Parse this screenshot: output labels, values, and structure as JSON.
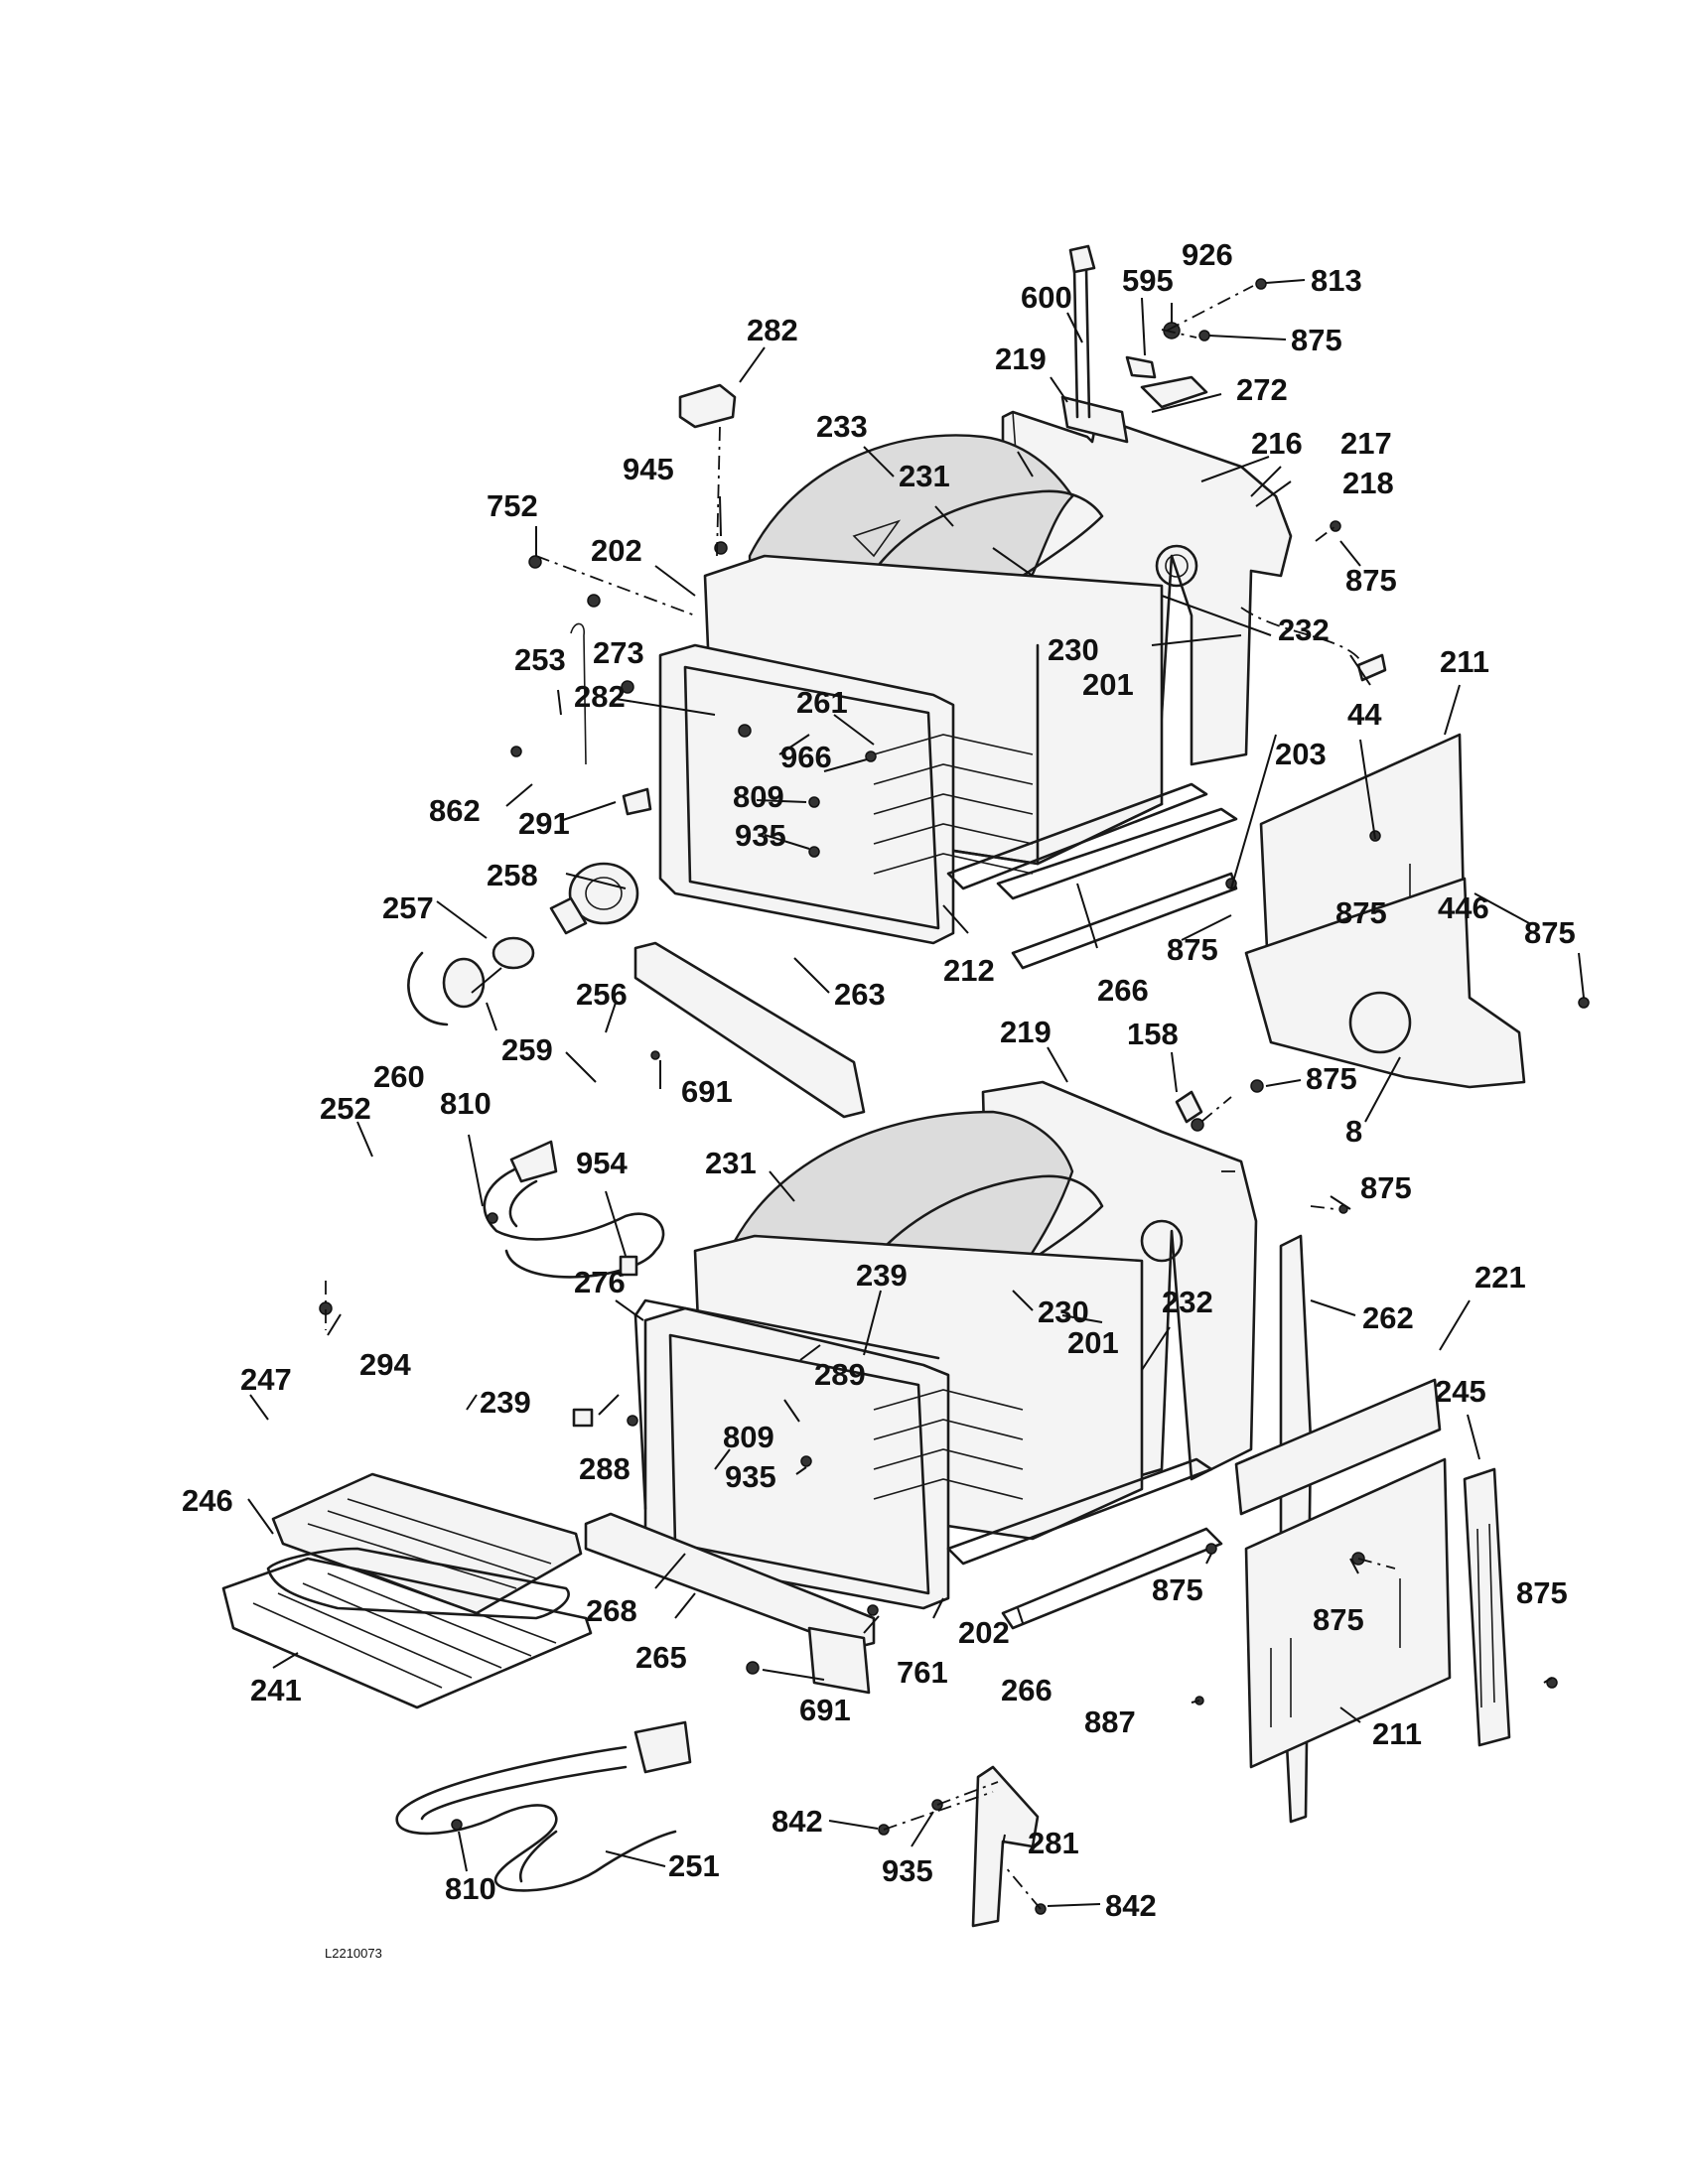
{
  "document_code": "L2210073",
  "labels": {
    "l813": "813",
    "l926": "926",
    "l595": "595",
    "l600": "600",
    "l875a": "875",
    "l282a": "282",
    "l219a": "219",
    "l272": "272",
    "l233": "233",
    "l216": "216",
    "l217": "217",
    "l945": "945",
    "l231a": "231",
    "l218": "218",
    "l752": "752",
    "l202a": "202",
    "l875b": "875",
    "l273": "273",
    "l230a": "230",
    "l232a": "232",
    "l253": "253",
    "l201a": "201",
    "l211a": "211",
    "l282b": "282",
    "l261": "261",
    "l44": "44",
    "l966": "966",
    "l203": "203",
    "l809a": "809",
    "l862": "862",
    "l291": "291",
    "l935a": "935",
    "l875c": "875",
    "l258": "258",
    "l446": "446",
    "l875d": "875",
    "l257": "257",
    "l212": "212",
    "l266a": "266",
    "l875e": "875",
    "l256": "256",
    "l263": "263",
    "l259": "259",
    "l260": "260",
    "l691a": "691",
    "l219b": "219",
    "l158": "158",
    "l875f": "875",
    "l8": "8",
    "l252": "252",
    "l810a": "810",
    "l954": "954",
    "l231b": "231",
    "l875g": "875",
    "l276": "276",
    "l239a": "239",
    "l230b": "230",
    "l201b": "201",
    "l262": "262",
    "l294": "294",
    "l232b": "232",
    "l221": "221",
    "l289": "289",
    "l245": "245",
    "l247": "247",
    "l239b": "239",
    "l809b": "809",
    "l288": "288",
    "l935b": "935",
    "l246": "246",
    "l875h": "875",
    "l875i": "875",
    "l875j": "875",
    "l268": "268",
    "l202b": "202",
    "l265": "265",
    "l761": "761",
    "l266b": "266",
    "l241": "241",
    "l691b": "691",
    "l887": "887",
    "l211b": "211",
    "l842a": "842",
    "l281": "281",
    "l935c": "935",
    "l251": "251",
    "l842b": "842",
    "l810b": "810"
  }
}
